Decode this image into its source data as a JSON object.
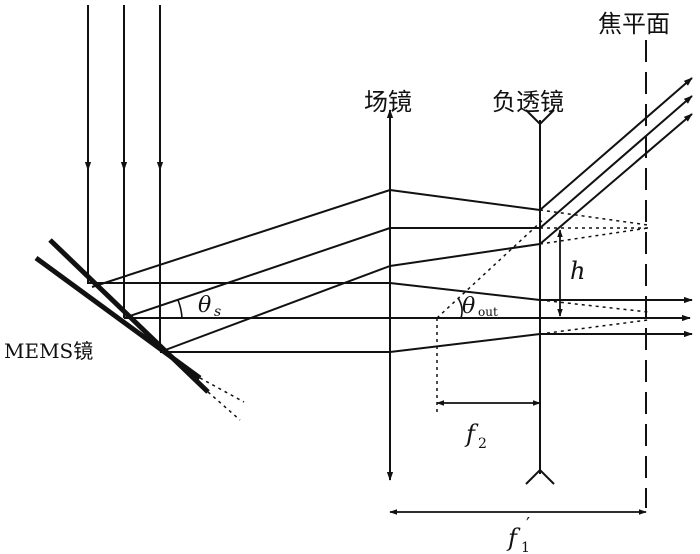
{
  "labels": {
    "focal_plane": "焦平面",
    "field_lens": "场镜",
    "negative_lens": "负透镜",
    "mems_mirror": "MEMS镜",
    "theta_s": "θ",
    "theta_s_sub": "s",
    "theta_out": "θ",
    "theta_out_sub": "out",
    "h": "h",
    "f2": "f",
    "f2_sub": "2",
    "f1_prime": "f",
    "f1_prime_mark": "′",
    "f1_prime_sub": "1"
  },
  "colors": {
    "line": "#111111",
    "background": "#ffffff"
  }
}
